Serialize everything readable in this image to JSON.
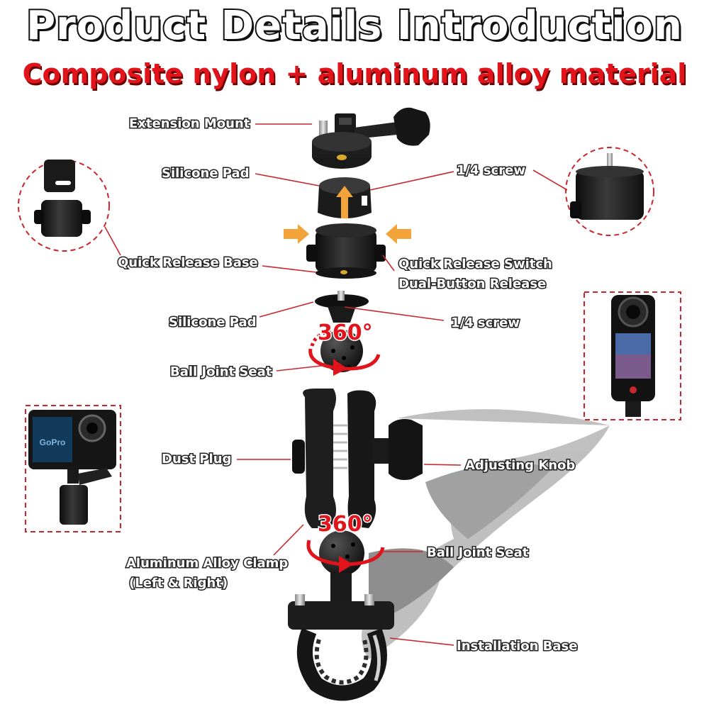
{
  "header": {
    "title": "Product Details Introduction",
    "subtitle": "Composite nylon + aluminum alloy material"
  },
  "labels": {
    "extension_mount": "Extension Mount",
    "silicone_pad_top": "Silicone Pad",
    "screw_top": "1/4 screw",
    "quick_release_base": "Quick Release Base",
    "quick_release_switch": "Quick Release Switch",
    "dual_button_release": "Dual-Button Release",
    "silicone_pad_mid": "Silicone Pad",
    "screw_mid": "1/4 screw",
    "ball_joint_seat_top": "Ball Joint Seat",
    "dust_plug": "Dust Plug",
    "adjusting_knob": "Adjusting Knob",
    "clamp_line1": "Aluminum Alloy Clamp",
    "clamp_line2": "(Left & Right)",
    "ball_joint_seat_bottom": "Ball Joint Seat",
    "installation_base": "Installation Base"
  },
  "rotation": {
    "upper": "360°",
    "lower": "360°"
  },
  "camera_screen_brand": "GoPro",
  "colors": {
    "accent_red": "#e1141c",
    "arrow_orange": "#f2a33a",
    "product_black": "#1c1c1c",
    "dashed_border": "#c8272d"
  }
}
